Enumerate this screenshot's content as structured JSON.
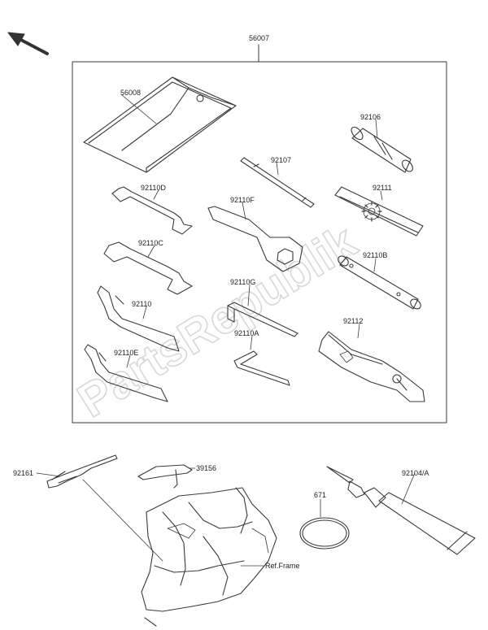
{
  "diagram": {
    "watermark": "PartsRepublik",
    "labels": {
      "kit": "56007",
      "bag": "56008",
      "p92106": "92106",
      "p92107": "92107",
      "p92110D": "92110D",
      "p92110F": "92110F",
      "p92111": "92111",
      "p92110C": "92110C",
      "p92110B": "92110B",
      "p92110": "92110",
      "p92110G": "92110G",
      "p92112": "92112",
      "p92110A": "92110A",
      "p92110E": "92110E",
      "p92161": "92161",
      "p39156": "39156",
      "p92104A": "92104/A",
      "p671": "671",
      "ref_frame": "Ref.Frame"
    },
    "colors": {
      "line": "#3a3a3a",
      "watermark": "#d8d8d8"
    }
  }
}
